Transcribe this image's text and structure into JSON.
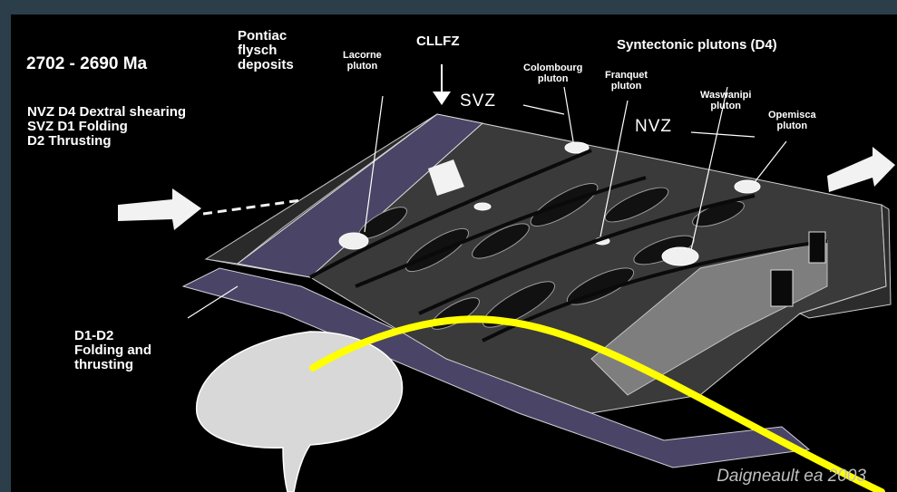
{
  "labels": {
    "age": "2702 - 2690 Ma",
    "deformation_top": "NVZ D4 Dextral shearing\nSVZ D1 Folding\n      D2 Thrusting",
    "pontiac": "Pontiac\nflysch\ndeposits",
    "lacorne": "Lacorne\npluton",
    "cllfz": "CLLFZ",
    "syntectonic": "Syntectonic plutons (D4)",
    "colombourg": "Colombourg\npluton",
    "franquet": "Franquet\npluton",
    "waswanipi": "Waswanipi\npluton",
    "opemisca": "Opemisca\npluton",
    "svz": "SVZ",
    "nvz": "NVZ",
    "d1d2": "D1-D2\nFolding and\nthrusting"
  },
  "credit": "Daigneault ea 2003",
  "colors": {
    "background": "#2b3e4a",
    "panel": "#000000",
    "block_purple": "#4a4466",
    "block_grey": "#3a3a3a",
    "highlight_curve": "#ffff00",
    "credit_text": "#bfbfbf"
  }
}
